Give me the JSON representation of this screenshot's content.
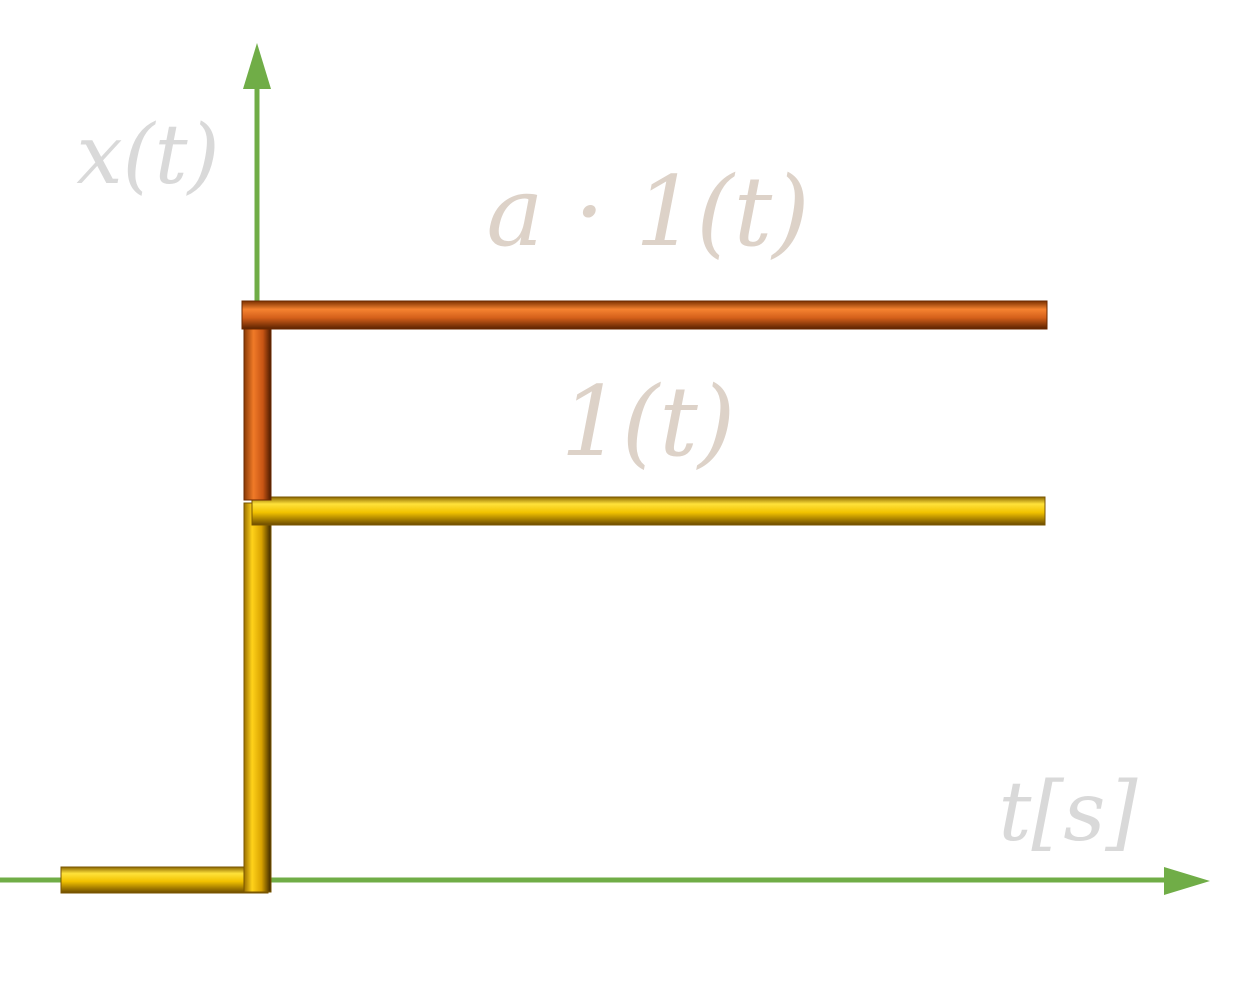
{
  "axes": {
    "y_label": "x(t)",
    "x_label": "t[s]"
  },
  "signals": {
    "scaled_step_label": "a · 1(t)",
    "unit_step_label": "1(t)"
  },
  "colors": {
    "axis": "#70AD47",
    "scaled_step": "#C55A11",
    "unit_step": "#E0A800",
    "label_y": "#D9D9D9",
    "label_x": "#D9D9D9",
    "label_signal": "#DDD2C8"
  }
}
